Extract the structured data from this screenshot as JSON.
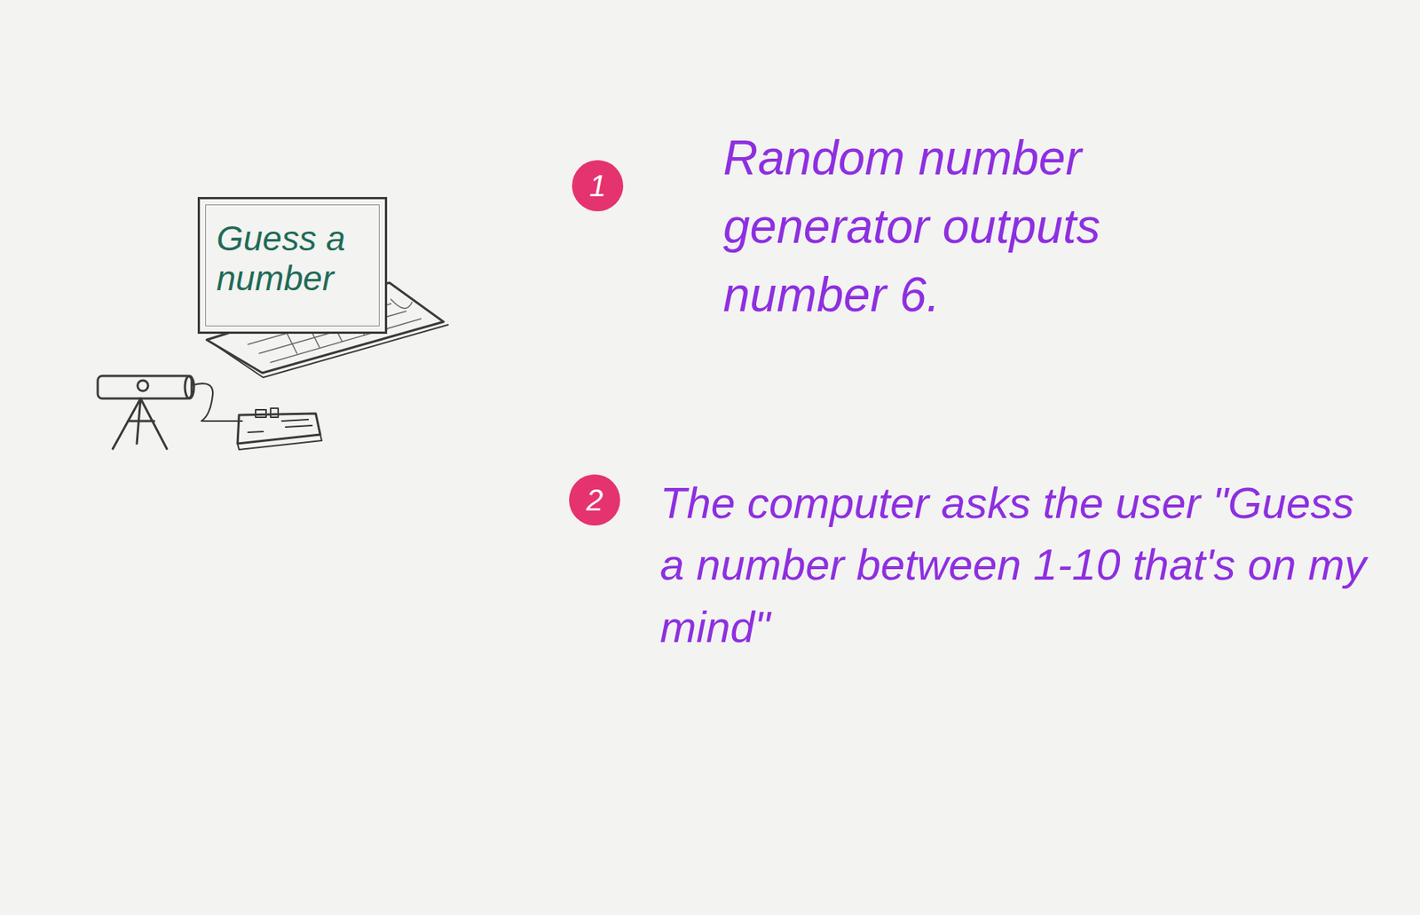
{
  "diagram": {
    "nodes": [
      {
        "text": [
          "Guess a number"
        ]
      },
      {
        "text": [
          "1"
        ]
      },
      {
        "text": [
          "2"
        ]
      }
    ],
    "labels": [
      "Random number generator outputs number 6.",
      "The computer asks the user \"Guess a number between 1-10 that's on my mind\""
    ]
  }
}
